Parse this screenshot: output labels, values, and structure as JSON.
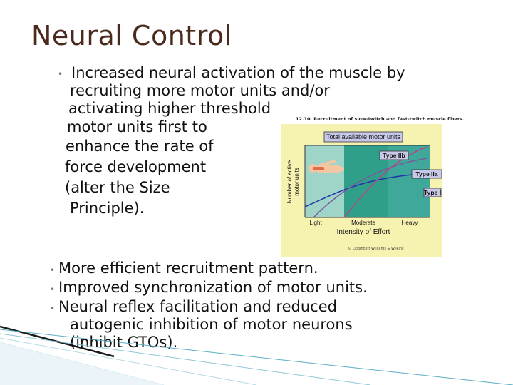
{
  "slide": {
    "title": "Neural Control",
    "bullet_group_1": {
      "lines": [
        "Increased neural activation of the muscle by",
        "recruiting more motor units and/or",
        "activating higher threshold",
        "motor units first to",
        "enhance the rate of",
        "force development",
        "(alter the Size",
        "Principle)."
      ]
    },
    "bullets_2": [
      {
        "lines": [
          "More efficient recruitment pattern."
        ]
      },
      {
        "lines": [
          "Improved synchronization of motor units."
        ]
      },
      {
        "lines": [
          "Neural reflex facilitation and reduced",
          "autogenic inhibition of motor neurons",
          "(inhibit GTOs)."
        ]
      }
    ],
    "figure": {
      "caption": "12.10. Recruitment of slow-twitch and fast-twitch muscle fibers.",
      "total_label": "Total available motor units",
      "y_axis_label_line1": "Number of active",
      "y_axis_label_line2": "motor units",
      "type_labels": [
        "Type IIb",
        "Type IIa",
        "Type I"
      ],
      "x_tick_labels": [
        "Light",
        "Moderate",
        "Heavy"
      ],
      "x_axis_title": "Intensity of Effort",
      "credit": "© Lippincott Williams & Wilkins",
      "colors": {
        "background": "#f6f2b0",
        "zone_light": "#9fd4c8",
        "zone_moderate": "#2f9f8a",
        "zone_heavy": "#3fa89a",
        "label_box": "#c7c7e7",
        "curve_i": "#2233aa",
        "curve_iia": "#7a5a9a",
        "curve_iib": "#b04a8a"
      }
    }
  }
}
